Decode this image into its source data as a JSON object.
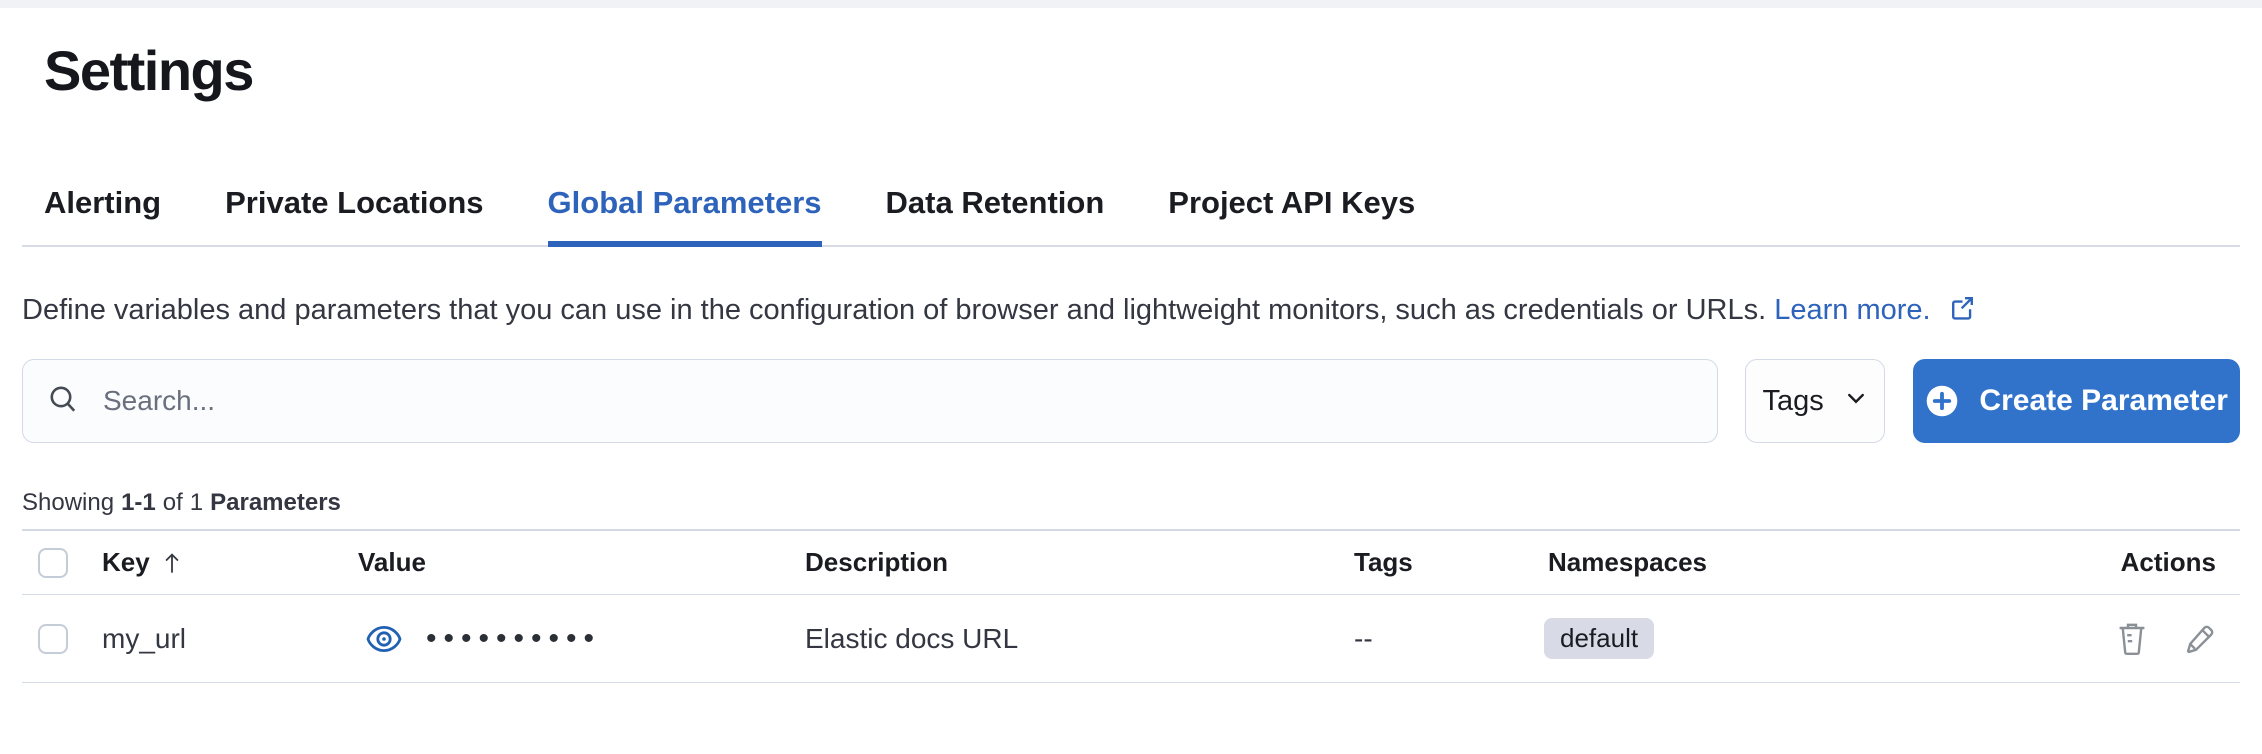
{
  "page": {
    "title": "Settings"
  },
  "tabs": [
    {
      "label": "Alerting",
      "active": false
    },
    {
      "label": "Private Locations",
      "active": false
    },
    {
      "label": "Global Parameters",
      "active": true
    },
    {
      "label": "Data Retention",
      "active": false
    },
    {
      "label": "Project API Keys",
      "active": false
    }
  ],
  "description": {
    "text": "Define variables and parameters that you can use in the configuration of browser and lightweight monitors, such as credentials or URLs.",
    "link_label": "Learn more."
  },
  "toolbar": {
    "search_placeholder": "Search...",
    "search_value": "",
    "tags_label": "Tags",
    "create_label": "Create Parameter"
  },
  "summary": {
    "prefix": "Showing",
    "range": "1-1",
    "of": "of",
    "count": "1",
    "entity": "Parameters"
  },
  "table": {
    "columns": [
      "Key",
      "Value",
      "Description",
      "Tags",
      "Namespaces",
      "Actions"
    ],
    "sort": {
      "column": "Key",
      "direction": "ascending"
    },
    "rows": [
      {
        "key": "my_url",
        "value_masked": "••••••••••",
        "description": "Elastic docs URL",
        "tags": "--",
        "namespaces": [
          "default"
        ]
      }
    ]
  },
  "colors": {
    "accent_blue": "#2e63bb",
    "button_blue": "#3173ca",
    "border_gray": "#d3dae6",
    "badge_bg": "#d8dbe6",
    "icon_gray": "#8b9097",
    "text_dark": "#1a1c21"
  }
}
